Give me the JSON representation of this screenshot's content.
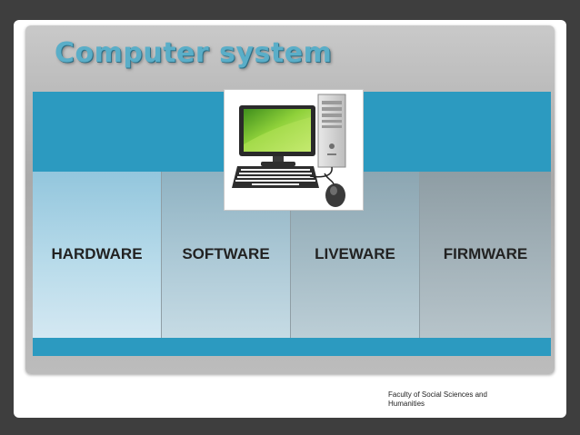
{
  "slide": {
    "title": "Computer system",
    "footer": "Faculty of Social Sciences and Humanities"
  },
  "diagram": {
    "boxes": [
      {
        "label": "HARDWARE"
      },
      {
        "label": "SOFTWARE"
      },
      {
        "label": "LIVEWARE"
      },
      {
        "label": "FIRMWARE"
      }
    ],
    "image": {
      "icon": "desktop-computer-icon"
    }
  },
  "colors": {
    "background": "#3e3e3e",
    "band": "#2c9ac0",
    "title": "#5aaec8"
  }
}
